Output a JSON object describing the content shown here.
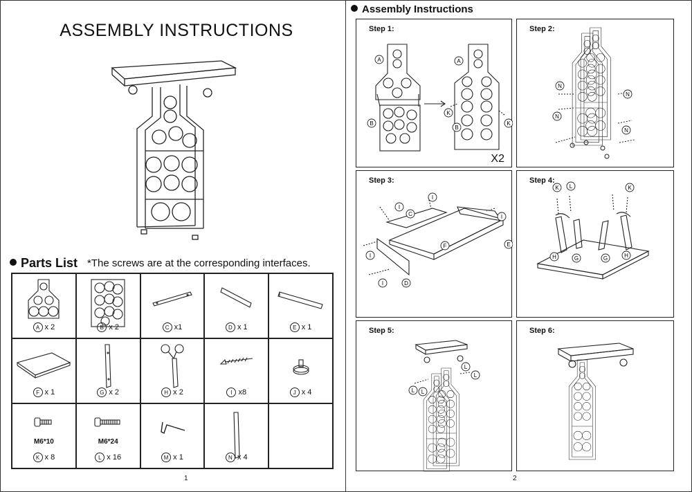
{
  "page1": {
    "title": "ASSEMBLY INSTRUCTIONS",
    "parts_list_heading": "Parts List",
    "parts_list_note": "*The screws are at the corresponding interfaces.",
    "page_number": "1",
    "parts": [
      {
        "letter": "A",
        "qty": "x 2",
        "spec": ""
      },
      {
        "letter": "B",
        "qty": "x 2",
        "spec": ""
      },
      {
        "letter": "C",
        "qty": "x1",
        "spec": ""
      },
      {
        "letter": "D",
        "qty": "x 1",
        "spec": ""
      },
      {
        "letter": "E",
        "qty": "x 1",
        "spec": ""
      },
      {
        "letter": "F",
        "qty": "x 1",
        "spec": ""
      },
      {
        "letter": "G",
        "qty": "x 2",
        "spec": ""
      },
      {
        "letter": "H",
        "qty": "x 2",
        "spec": ""
      },
      {
        "letter": "I",
        "qty": "x8",
        "spec": ""
      },
      {
        "letter": "J",
        "qty": "x 4",
        "spec": ""
      },
      {
        "letter": "K",
        "qty": "x 8",
        "spec": "M6*10"
      },
      {
        "letter": "L",
        "qty": "x 16",
        "spec": "M6*24"
      },
      {
        "letter": "M",
        "qty": "x 1",
        "spec": ""
      },
      {
        "letter": "N",
        "qty": "x 4",
        "spec": ""
      },
      {
        "letter": "",
        "qty": "",
        "spec": ""
      }
    ]
  },
  "page2": {
    "heading": "Assembly Instructions",
    "page_number": "2",
    "steps": [
      {
        "label": "Step 1:",
        "note": "X2"
      },
      {
        "label": "Step 2:",
        "note": ""
      },
      {
        "label": "Step 3:",
        "note": ""
      },
      {
        "label": "Step 4:",
        "note": ""
      },
      {
        "label": "Step 5:",
        "note": ""
      },
      {
        "label": "Step 6:",
        "note": ""
      }
    ]
  },
  "callouts": {
    "step1": [
      "A",
      "B",
      "A",
      "K",
      "B",
      "K"
    ],
    "step2": [
      "N",
      "N",
      "N",
      "N"
    ],
    "step3": [
      "I",
      "C",
      "I",
      "I",
      "F",
      "E",
      "I",
      "I",
      "D"
    ],
    "step4": [
      "K",
      "L",
      "K",
      "H",
      "G",
      "G",
      "H"
    ],
    "step5": [
      "L",
      "L",
      "L",
      "L"
    ]
  }
}
